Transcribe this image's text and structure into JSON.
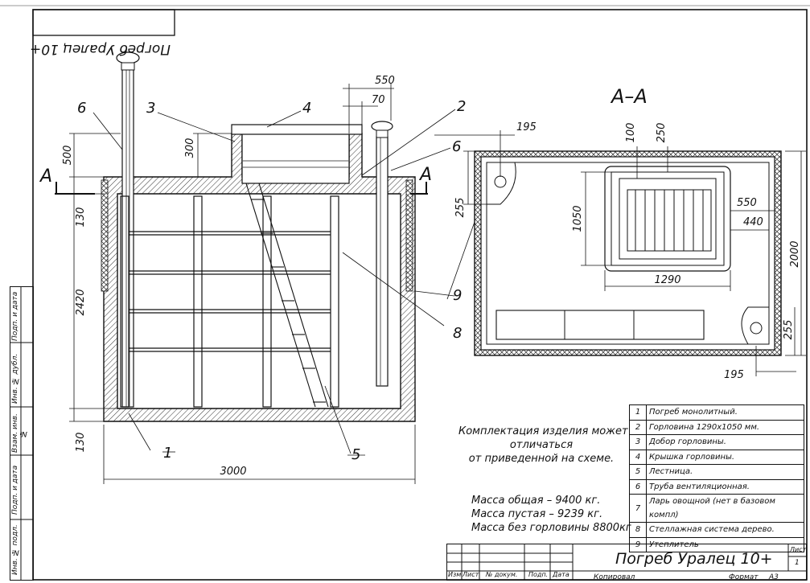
{
  "stamp": "Погреб Уралец 10+",
  "views": {
    "section_mark": "А",
    "section_title": "А–А"
  },
  "dimensions": {
    "d550_top": "550",
    "d70": "70",
    "d500": "500",
    "d300": "300",
    "d130_top": "130",
    "d2420": "2420",
    "d130_bottom": "130",
    "d3000": "3000",
    "d195_top": "195",
    "d100": "100",
    "d250": "250",
    "d255_left": "255",
    "d1050": "1050",
    "d550_right": "550",
    "d440": "440",
    "d1290": "1290",
    "d2000": "2000",
    "d255_right": "255",
    "d195_bottom": "195"
  },
  "callouts": {
    "c1": "1",
    "c2": "2",
    "c3": "3",
    "c4": "4",
    "c5": "5",
    "c6_left": "6",
    "c6_right": "6",
    "c8": "8",
    "c9": "9"
  },
  "note": {
    "line1": "Комплектация изделия может",
    "line2": "отличаться",
    "line3": "от приведенной на схеме."
  },
  "mass": {
    "total": "Масса общая – 9400 кг.",
    "empty": "Масса пустая – 9239 кг.",
    "no_neck": "Масса без горловины 8800кг"
  },
  "spec_items": [
    {
      "num": "1",
      "text": "Погреб монолитный."
    },
    {
      "num": "2",
      "text": "Горловина 1290х1050 мм."
    },
    {
      "num": "3",
      "text": "Добор горловины."
    },
    {
      "num": "4",
      "text": "Крышка горловины."
    },
    {
      "num": "5",
      "text": "Лестница."
    },
    {
      "num": "6",
      "text": "Труба вентиляционная."
    },
    {
      "num": "7",
      "text": "Ларь овощной (нет в базовом компл)"
    },
    {
      "num": "8",
      "text": "Стеллажная система дерево."
    },
    {
      "num": "9",
      "text": "Утеплитель"
    }
  ],
  "title_block": {
    "title": "Погреб Уралец 10+",
    "izm": "Изм",
    "list": "Лист",
    "doc": "№ докум.",
    "podp": "Подп.",
    "data": "Дата",
    "sheet_label": "Лист",
    "sheet_num": "1",
    "copied": "Копировал",
    "format": "Формат",
    "format_value": "А3"
  },
  "side_stamp": {
    "f1": "Подп. и дата",
    "f2": "Инв. № дубл.",
    "f3": "Взам. инв. №",
    "f4": "Подп. и дата",
    "f5": "Инв. № подл."
  }
}
